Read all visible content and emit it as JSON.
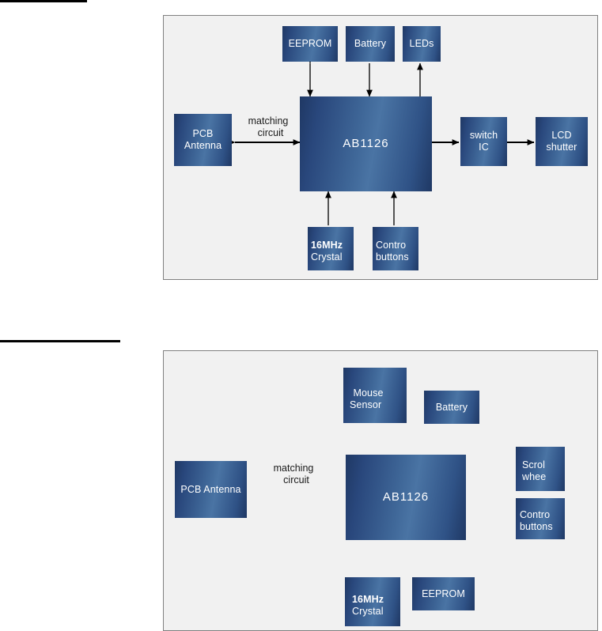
{
  "page": {
    "background": "#ffffff",
    "panel_fill": "#f1f1f1",
    "panel_border": "#808080",
    "block_gradient_dark": "#1f3864",
    "block_gradient_light": "#4a74a4",
    "block_text_color": "#ffffff",
    "wire_color": "#000000",
    "rule_color": "#000000"
  },
  "rules": [
    {
      "name": "top-divider-rule"
    },
    {
      "name": "mid-divider-rule"
    }
  ],
  "diagrams": [
    {
      "id": "diagram-1",
      "name": "watch-block-diagram",
      "chip": {
        "label": "AB1126"
      },
      "edge_labels": [
        {
          "line1": "matching",
          "line2": "circuit"
        }
      ],
      "blocks": [
        {
          "key": "eeprom",
          "line1": "EEPROM",
          "line2": ""
        },
        {
          "key": "battery",
          "line1": "Battery",
          "line2": ""
        },
        {
          "key": "leds",
          "line1": "LEDs",
          "line2": ""
        },
        {
          "key": "pcb-antenna",
          "line1": "PCB",
          "line2": "Antenna"
        },
        {
          "key": "switch-ic",
          "line1": "switch",
          "line2": "IC"
        },
        {
          "key": "lcd-shutter",
          "line1": "LCD",
          "line2": "shutter"
        },
        {
          "key": "crystal",
          "line1": "16MHz",
          "line2": "Crystal"
        },
        {
          "key": "control-buttons",
          "line1": "Contro",
          "line2": "buttons"
        }
      ]
    },
    {
      "id": "diagram-2",
      "name": "mouse-block-diagram",
      "chip": {
        "label": "AB1126"
      },
      "edge_labels": [
        {
          "line1": "matching",
          "line2": "circuit"
        }
      ],
      "blocks": [
        {
          "key": "mouse-sensor",
          "line1": "Mouse",
          "line2": "Sensor"
        },
        {
          "key": "battery",
          "line1": "Battery",
          "line2": ""
        },
        {
          "key": "pcb-antenna",
          "line1": "PCB Antenna",
          "line2": ""
        },
        {
          "key": "scroll-wheel",
          "line1": "Scrol",
          "line2": "whee"
        },
        {
          "key": "control-buttons",
          "line1": "Contro",
          "line2": "buttons"
        },
        {
          "key": "crystal",
          "line1": "16MHz",
          "line2": "Crystal"
        },
        {
          "key": "eeprom",
          "line1": "EEPROM",
          "line2": ""
        }
      ]
    }
  ]
}
